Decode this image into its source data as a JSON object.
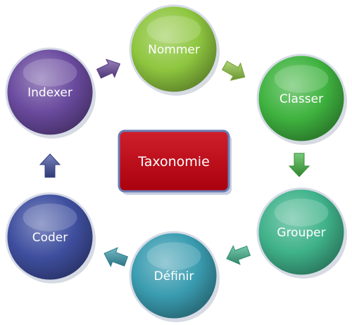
{
  "center": {
    "label": "Taxonomie",
    "color": "#c8000f"
  },
  "nodes": [
    {
      "id": "nommer",
      "label": "Nommer",
      "color": "#8ec63f"
    },
    {
      "id": "classer",
      "label": "Classer",
      "color": "#3fb33f"
    },
    {
      "id": "grouper",
      "label": "Grouper",
      "color": "#3fb28a"
    },
    {
      "id": "definir",
      "label": "Définir",
      "color": "#3a9cb0"
    },
    {
      "id": "coder",
      "label": "Coder",
      "color": "#3f4f9f"
    },
    {
      "id": "indexer",
      "label": "Indexer",
      "color": "#6a4a9e"
    }
  ],
  "arrows": [
    {
      "from": "indexer",
      "to": "nommer",
      "color": "#6a4a9e"
    },
    {
      "from": "nommer",
      "to": "classer",
      "color": "#8ec63f"
    },
    {
      "from": "classer",
      "to": "grouper",
      "color": "#3fb33f"
    },
    {
      "from": "grouper",
      "to": "definir",
      "color": "#3fb28a"
    },
    {
      "from": "definir",
      "to": "coder",
      "color": "#3a9cb0"
    },
    {
      "from": "coder",
      "to": "indexer",
      "color": "#3f4f9f"
    }
  ]
}
